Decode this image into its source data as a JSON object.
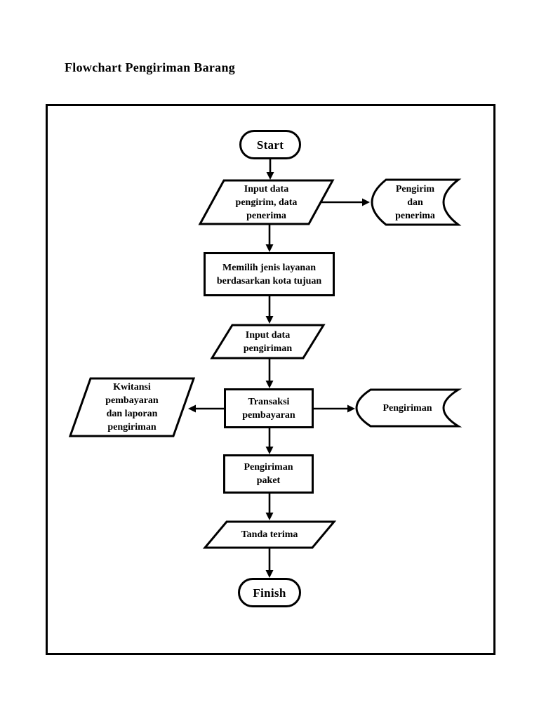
{
  "document": {
    "title": "Flowchart Pengiriman Barang"
  },
  "colors": {
    "ink": "#000000",
    "paper": "#ffffff"
  },
  "flowchart": {
    "nodes": {
      "start": {
        "type": "terminator",
        "label": "Start"
      },
      "input_pengirim": {
        "type": "input-output",
        "label": "Input data\npengirim, data\npenerima"
      },
      "db_pengirim": {
        "type": "stored-data",
        "label": "Pengirim\ndan\npenerima"
      },
      "pilih_layanan": {
        "type": "process",
        "label": "Memilih jenis layanan\nberdasarkan kota tujuan"
      },
      "input_pengiriman": {
        "type": "input-output",
        "label": "Input data\npengiriman"
      },
      "transaksi": {
        "type": "process",
        "label": "Transaksi\npembayaran"
      },
      "kwitansi": {
        "type": "input-output",
        "label": "Kwitansi\npembayaran\ndan laporan\npengiriman"
      },
      "db_pengiriman": {
        "type": "stored-data",
        "label": "Pengiriman"
      },
      "pengiriman_paket": {
        "type": "process",
        "label": "Pengiriman\npaket"
      },
      "tanda_terima": {
        "type": "input-output",
        "label": "Tanda terima"
      },
      "finish": {
        "type": "terminator",
        "label": "Finish"
      }
    },
    "edges": [
      {
        "from": "start",
        "to": "input_pengirim"
      },
      {
        "from": "input_pengirim",
        "to": "db_pengirim"
      },
      {
        "from": "input_pengirim",
        "to": "pilih_layanan"
      },
      {
        "from": "pilih_layanan",
        "to": "input_pengiriman"
      },
      {
        "from": "input_pengiriman",
        "to": "transaksi"
      },
      {
        "from": "transaksi",
        "to": "kwitansi"
      },
      {
        "from": "transaksi",
        "to": "db_pengiriman"
      },
      {
        "from": "transaksi",
        "to": "pengiriman_paket"
      },
      {
        "from": "pengiriman_paket",
        "to": "tanda_terima"
      },
      {
        "from": "tanda_terima",
        "to": "finish"
      }
    ]
  }
}
